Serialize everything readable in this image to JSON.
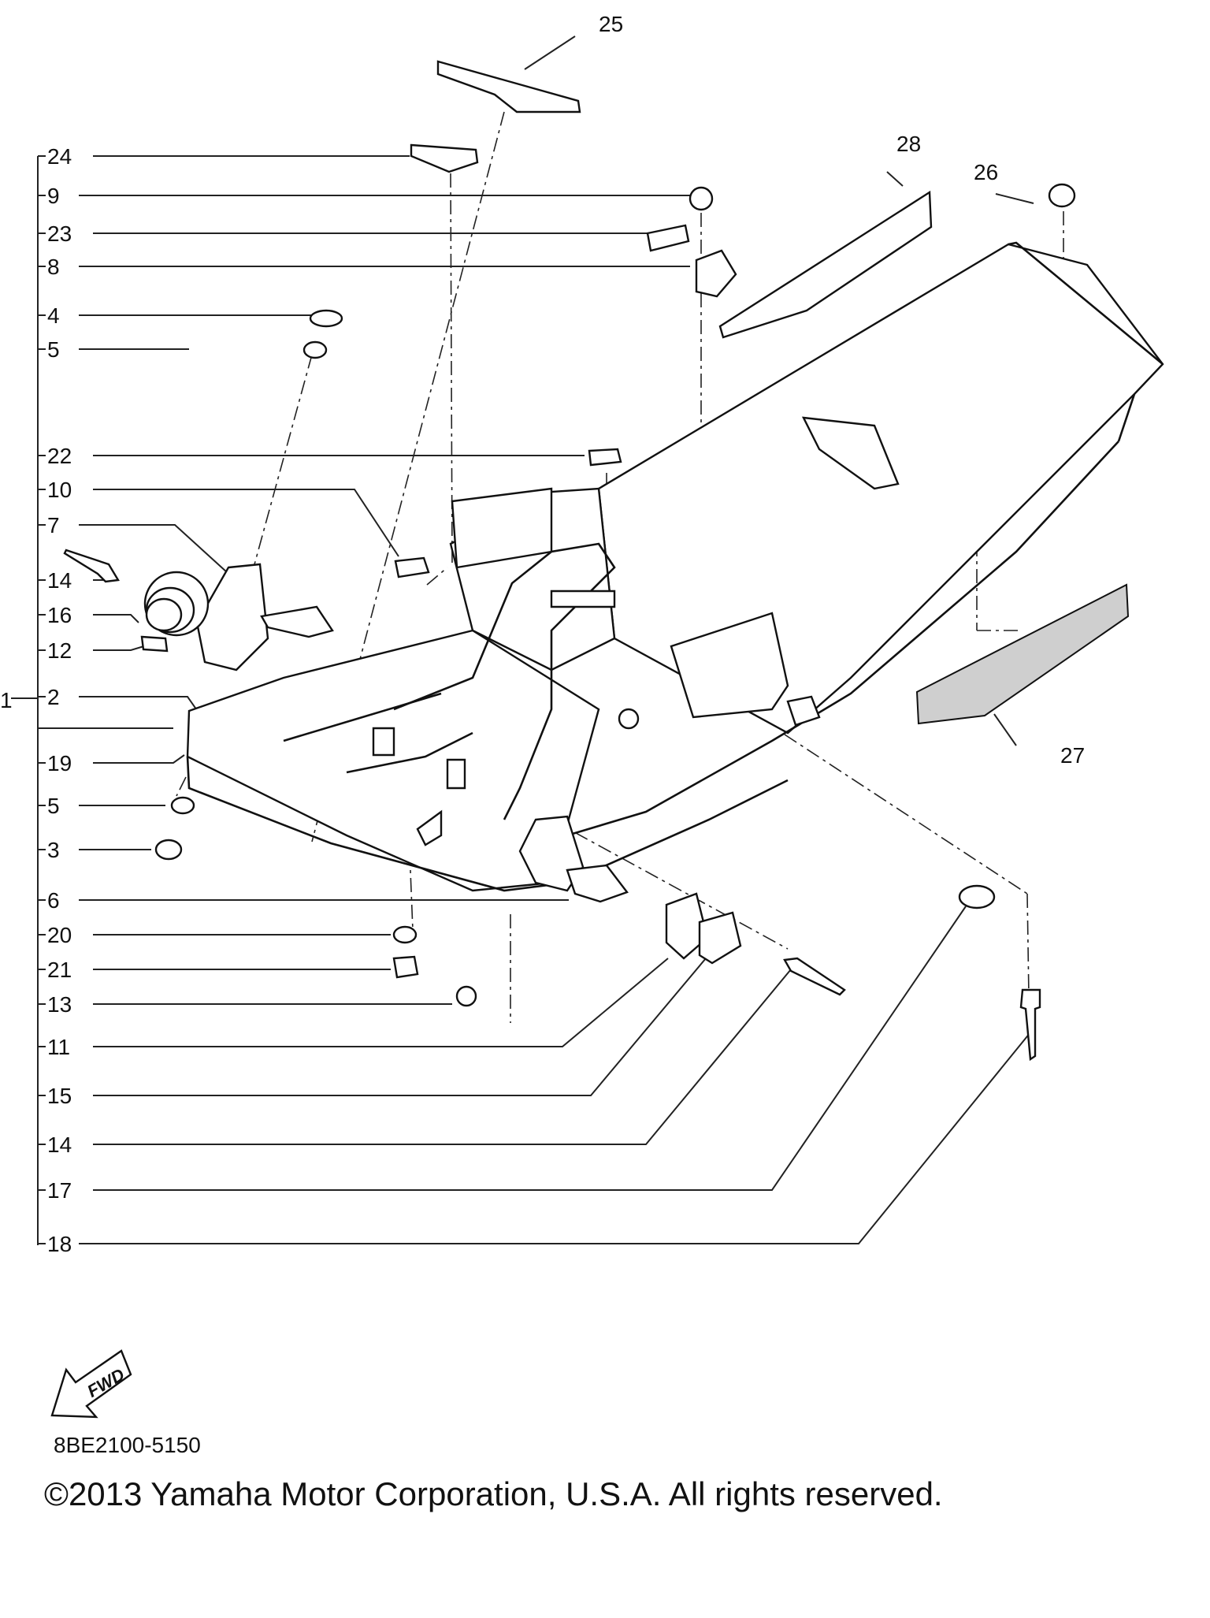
{
  "callouts": [
    {
      "id": "c25",
      "text": "25"
    },
    {
      "id": "c28",
      "text": "28"
    },
    {
      "id": "c26",
      "text": "26"
    },
    {
      "id": "c27",
      "text": "27"
    },
    {
      "id": "c1",
      "text": "1"
    }
  ],
  "left_labels": [
    "24",
    "9",
    "23",
    "8",
    "4",
    "5",
    "22",
    "10",
    "7",
    "14",
    "16",
    "12",
    "2",
    "19",
    "5",
    "3",
    "6",
    "20",
    "21",
    "13",
    "11",
    "15",
    "14",
    "17",
    "18"
  ],
  "fwd_arrow": {
    "text": "FWD",
    "icon": "fwd-arrow-icon"
  },
  "diagram_code": "8BE2100-5150",
  "copyright": "©2013 Yamaha Motor Corporation, U.S.A. All rights reserved."
}
